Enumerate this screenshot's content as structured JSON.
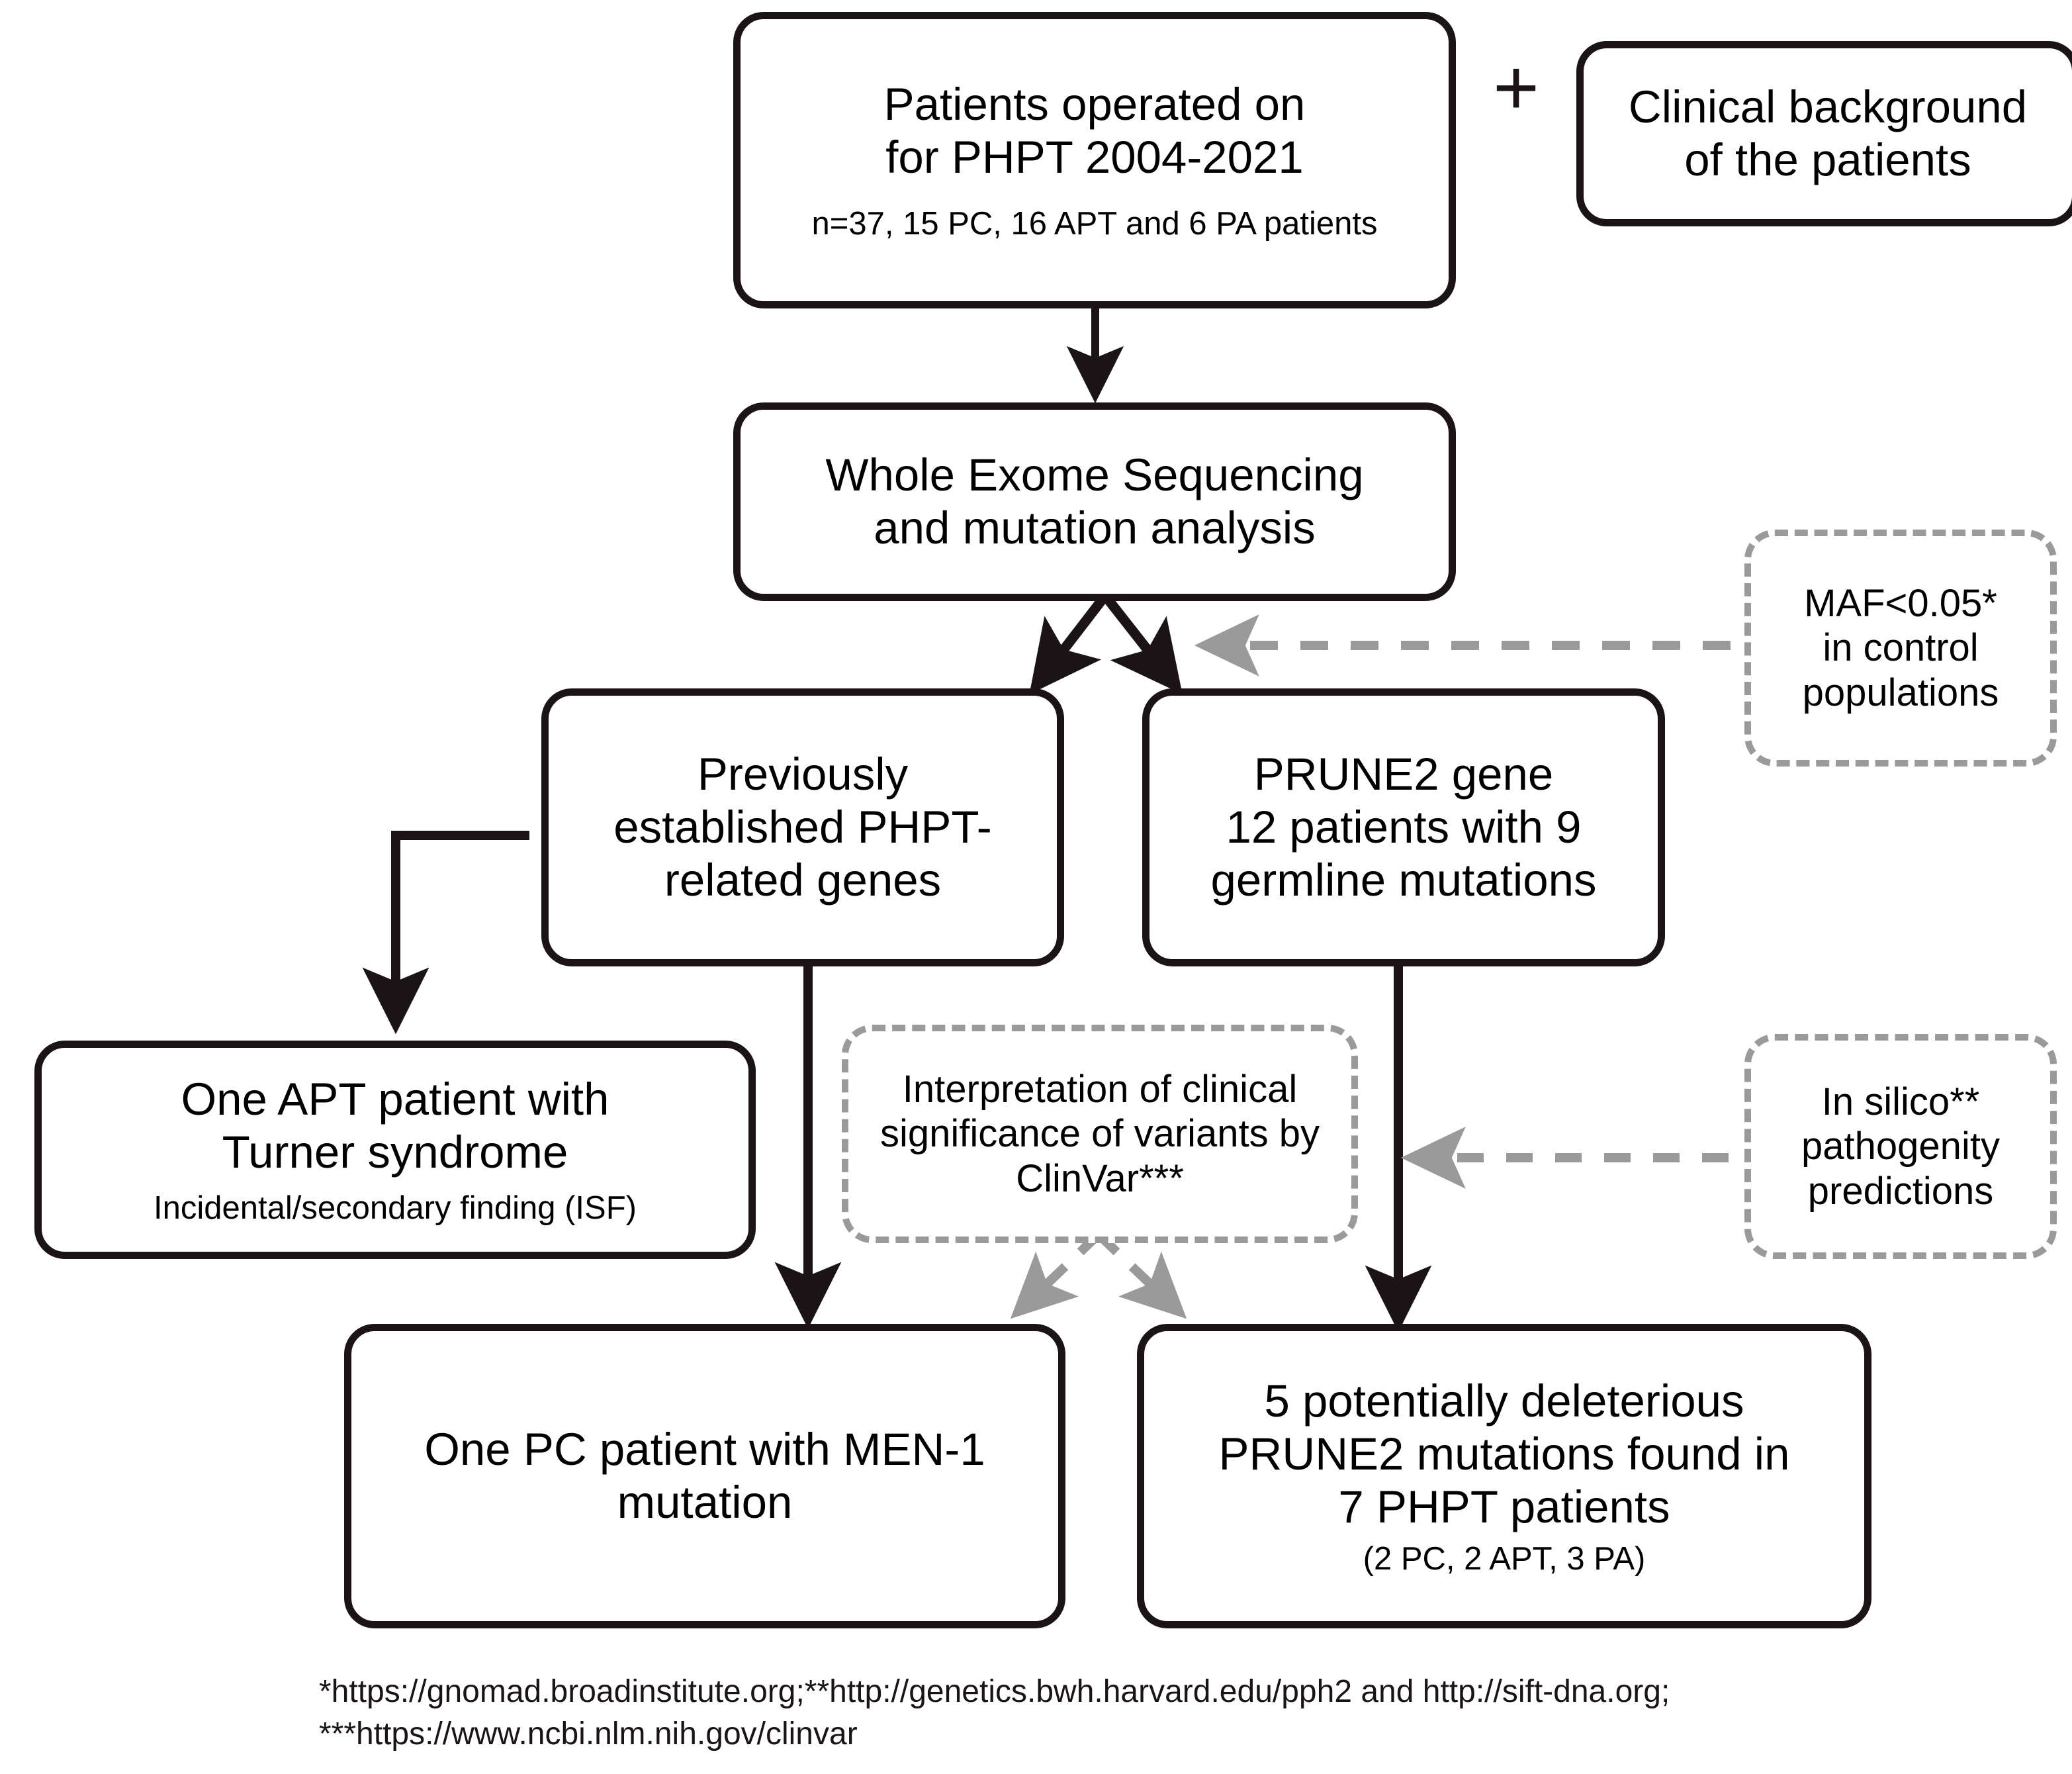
{
  "figure": {
    "type": "flowchart",
    "title_present": false
  },
  "nodes": {
    "patients": {
      "line1": "Patients operated on",
      "line2": "for PHPT 2004-2021",
      "line3": "n=37, 15 PC, 16 APT and 6 PA patients"
    },
    "clinical_background": {
      "line1": "Clinical background",
      "line2": "of the patients"
    },
    "plus_symbol": "+",
    "wes": {
      "line1": "Whole Exome Sequencing",
      "line2": "and mutation analysis"
    },
    "maf_filter": {
      "line1": "MAF<0.05*",
      "line2": "in control",
      "line3": "populations"
    },
    "phpt_genes": {
      "line1": "Previously",
      "line2": "established PHPT-",
      "line3": "related genes"
    },
    "prune2": {
      "line1": "PRUNE2 gene",
      "line2": "12 patients with 9",
      "line3": "germline mutations"
    },
    "turner": {
      "line1": "One APT patient with",
      "line2": "Turner syndrome",
      "line3": "Incidental/secondary finding (ISF)"
    },
    "clinvar": {
      "line1": "Interpretation of clinical",
      "line2": "significance of variants by",
      "line3": "ClinVar***"
    },
    "insilico": {
      "line1": "In silico**",
      "line2": "pathogenity",
      "line3": "predictions"
    },
    "men1": {
      "line1": "One PC patient with MEN-1",
      "line2": "mutation"
    },
    "deleterious": {
      "line1": "5 potentially deleterious",
      "line2": "PRUNE2 mutations found in",
      "line3": "7 PHPT patients",
      "line4": "(2 PC, 2 APT, 3 PA)"
    }
  },
  "footnotes": {
    "line1": "*https://gnomad.broadinstitute.org;**http://genetics.bwh.harvard.edu/pph2 and http://sift-dna.org;",
    "line2": "***https://www.ncbi.nlm.nih.gov/clinvar"
  },
  "colors": {
    "solid_stroke": "#1a1416",
    "dashed_stroke": "#9a9a9a",
    "background": "#ffffff",
    "text": "#000000"
  }
}
